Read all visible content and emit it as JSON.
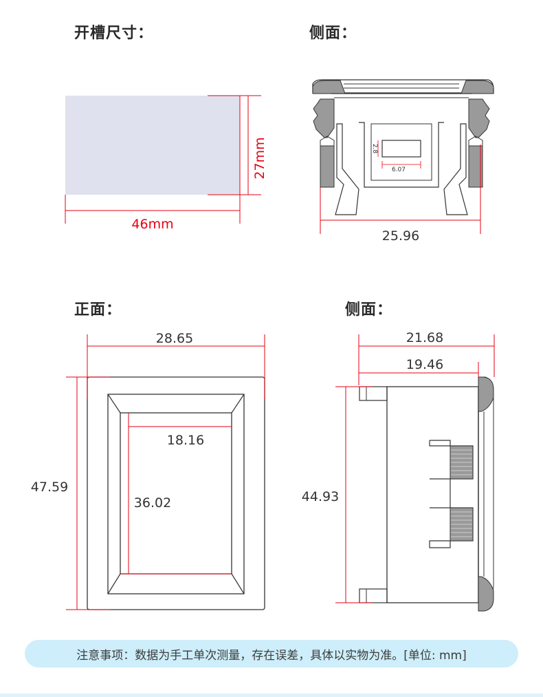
{
  "headings": {
    "cutout": "开槽尺寸：",
    "side_top": "侧面：",
    "front": "正面：",
    "side_bottom": "侧面："
  },
  "cutout": {
    "width_label": "46mm",
    "height_label": "27mm",
    "fill": "#dfe2ee"
  },
  "side_top": {
    "width_label": "25.96",
    "slot_h_label": "2.8",
    "slot_w_label": "6.07"
  },
  "front": {
    "outer_w_label": "28.65",
    "outer_h_label": "47.59",
    "inner_w_label": "18.16",
    "inner_h_label": "36.02"
  },
  "side_bottom": {
    "outer_w_label": "21.68",
    "inner_w_label": "19.46",
    "height_label": "44.93"
  },
  "note": "注意事项：数据为手工单次测量，存在误差，具体以实物为准。[单位: mm]",
  "colors": {
    "dimension": "#e60012",
    "outline": "#333333",
    "hatch": "#8c8c8c",
    "note_bg": "#cdeefa"
  }
}
